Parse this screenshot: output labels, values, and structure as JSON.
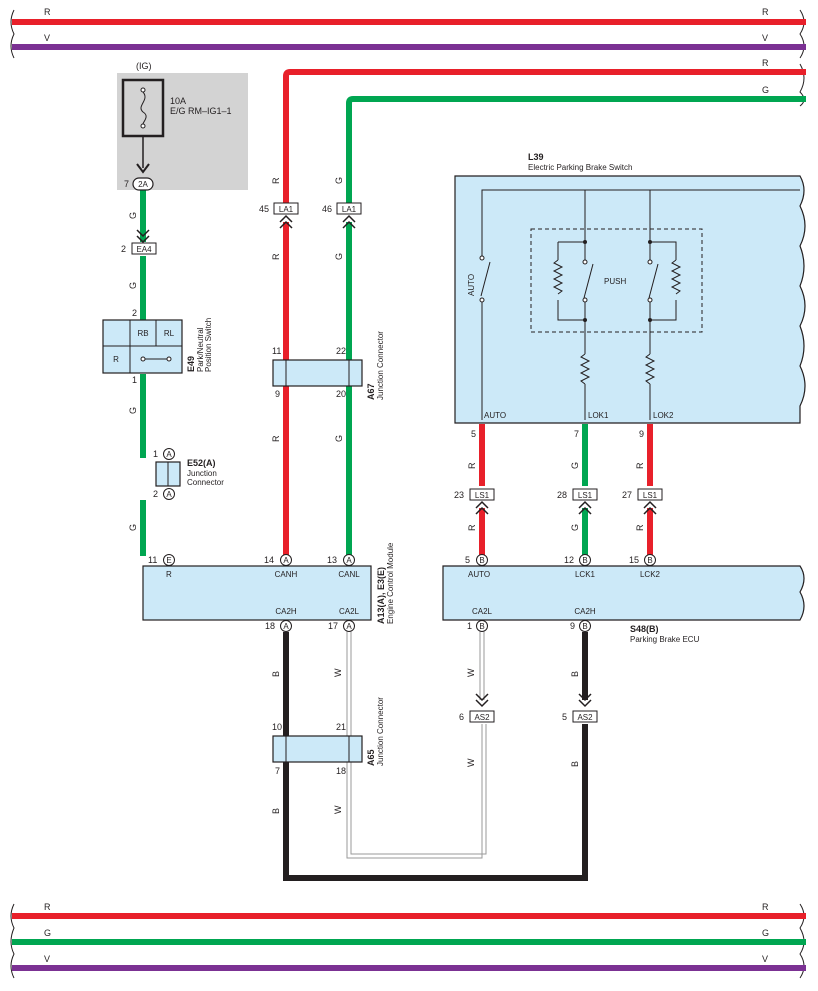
{
  "colors": {
    "red": "#e8202a",
    "violet": "#7b3193",
    "green": "#00a651",
    "black": "#231f20",
    "white_wire": "#9a9a9a",
    "component_fill": "#cce9f8",
    "fuse_fill": "#d3d3d3"
  },
  "buses": {
    "top_r": "R",
    "top_v": "V",
    "top2_r": "R",
    "top2_g": "G",
    "bottom_r": "R",
    "bottom_g": "G",
    "bottom_v": "V"
  },
  "fuse": {
    "group": "(IG)",
    "rating": "10A",
    "name": "E/G RM–IG1–1",
    "pin": "7",
    "terminal": "2A"
  },
  "wire_colors": {
    "r": "R",
    "g": "G",
    "b": "B",
    "w": "W"
  },
  "connectors": {
    "ea4": {
      "label": "EA4",
      "pin": "2"
    },
    "la1_a": {
      "label": "LA1",
      "pin": "45"
    },
    "la1_b": {
      "label": "LA1",
      "pin": "46"
    },
    "ls1_a": {
      "label": "LS1",
      "pin": "23"
    },
    "ls1_b": {
      "label": "LS1",
      "pin": "28"
    },
    "ls1_c": {
      "label": "LS1",
      "pin": "27"
    },
    "as2_a": {
      "label": "AS2",
      "pin": "6"
    },
    "as2_b": {
      "label": "AS2",
      "pin": "5"
    }
  },
  "e49": {
    "code": "E49",
    "name_line1": "Park/Neutral",
    "name_line2": "Position Switch",
    "rb": "RB",
    "rl": "RL",
    "r": "R",
    "pin_top": "2",
    "pin_bottom": "1"
  },
  "e52": {
    "code": "E52(A)",
    "name_line1": "Junction",
    "name_line2": "Connector",
    "pin_top": "1",
    "pin_bottom": "2",
    "letter": "A"
  },
  "a67": {
    "code": "A67",
    "name": "Junction Connector",
    "p11": "11",
    "p9": "9",
    "p22": "22",
    "p20": "20"
  },
  "a65": {
    "code": "A65",
    "name": "Junction Connector",
    "p10": "10",
    "p7": "7",
    "p21": "21",
    "p18": "18"
  },
  "ecm": {
    "code": "A13(A), E3(E)",
    "name": "Engine Control Module",
    "pin_r_num": "11",
    "pin_r_letter": "E",
    "pin_r_label": "R",
    "pin_canh_num": "14",
    "pin_canh_letter": "A",
    "pin_canh_label": "CANH",
    "pin_canl_num": "13",
    "pin_canl_letter": "A",
    "pin_canl_label": "CANL",
    "pin_ca2h_num": "18",
    "pin_ca2h_letter": "A",
    "pin_ca2h_label": "CA2H",
    "pin_ca2l_num": "17",
    "pin_ca2l_letter": "A",
    "pin_ca2l_label": "CA2L"
  },
  "l39": {
    "code": "L39",
    "name": "Electric Parking Brake Switch",
    "auto_switch": "AUTO",
    "push": "PUSH",
    "term_auto": "AUTO",
    "term_lok1": "LOK1",
    "term_lok2": "LOK2",
    "pin_auto": "5",
    "pin_lok1": "7",
    "pin_lok2": "9"
  },
  "s48": {
    "code": "S48(B)",
    "name": "Parking Brake ECU",
    "letter": "B",
    "pin_auto_num": "5",
    "pin_auto_label": "AUTO",
    "pin_lck1_num": "12",
    "pin_lck1_label": "LCK1",
    "pin_lck2_num": "15",
    "pin_lck2_label": "LCK2",
    "pin_ca2l_num": "1",
    "pin_ca2l_label": "CA2L",
    "pin_ca2h_num": "9",
    "pin_ca2h_label": "CA2H"
  }
}
